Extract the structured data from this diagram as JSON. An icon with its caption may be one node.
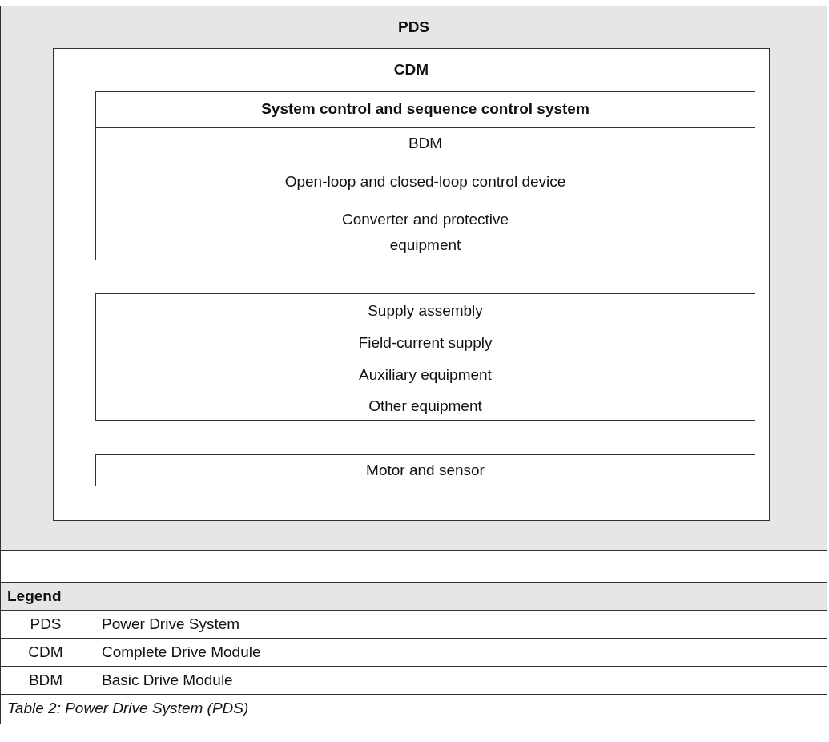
{
  "diagram": {
    "caption": "Table 2: Power Drive System (PDS)",
    "nodes": [
      {
        "text": [
          "PDS"
        ]
      },
      {
        "text": [
          "CDM"
        ],
        "in": 0
      },
      {
        "text": [
          "System control and sequence control system",
          "BDM",
          "Open-loop and closed-loop control device",
          "Converter and protective equipment"
        ],
        "in": 1
      },
      {
        "text": [
          "Supply assembly",
          "Field-current supply",
          "Auxiliary equipment",
          "Other equipment"
        ],
        "in": 1
      },
      {
        "text": [
          "Motor and sensor"
        ],
        "in": 1
      }
    ],
    "labels": [
      "Legend",
      "PDS",
      "Power Drive System",
      "CDM",
      "Complete Drive Module",
      "BDM",
      "Basic Drive Module"
    ]
  }
}
